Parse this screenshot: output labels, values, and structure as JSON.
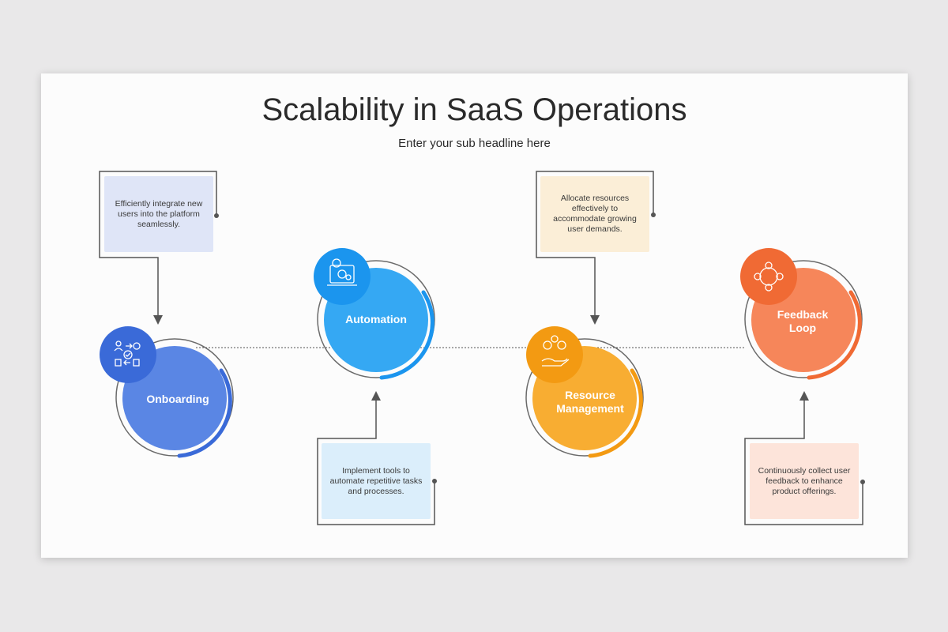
{
  "title": "Scalability in SaaS Operations",
  "subtitle": "Enter your sub headline here",
  "stages": [
    {
      "label": "Onboarding",
      "description": "Efficiently integrate new users into the platform seamlessly.",
      "color": "#4f7ee0",
      "accent": "#3a6ad8",
      "icon": "user-workflow-icon"
    },
    {
      "label": "Automation",
      "description": "Implement tools to automate repetitive tasks and processes.",
      "color": "#2ea3f2",
      "accent": "#1b95ee",
      "icon": "automation-gear-icon"
    },
    {
      "label": "Resource Management",
      "description": "Allocate resources effectively to accommodate growing user demands.",
      "color": "#f7a92b",
      "accent": "#f39a12",
      "icon": "resource-hand-icon"
    },
    {
      "label": "Feedback Loop",
      "description": "Continuously collect user feedback to enhance product offerings.",
      "color": "#f57f4e",
      "accent": "#f06a34",
      "icon": "feedback-cycle-icon"
    }
  ],
  "box_colors": [
    "#dfe5f7",
    "#dbeefb",
    "#fbeed7",
    "#fde4da"
  ]
}
